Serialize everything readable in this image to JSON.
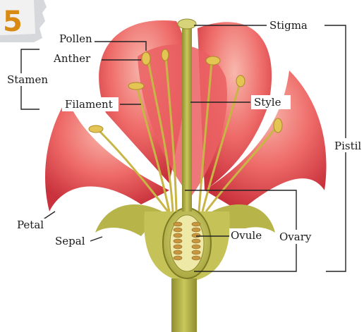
{
  "badge": {
    "number": "5"
  },
  "labels": {
    "pollen": "Pollen",
    "anther": "Anther",
    "stamen": "Stamen",
    "filament": "Filament",
    "stigma": "Stigma",
    "style": "Style",
    "pistil": "Pistil",
    "petal": "Petal",
    "sepal": "Sepal",
    "ovule": "Ovule",
    "ovary": "Ovary"
  },
  "colors": {
    "petal": "#e8555a",
    "petal_light": "#f6a29a",
    "petal_dark": "#c7353d",
    "stalk": "#b6b64a",
    "stalk_dark": "#8f8d2f",
    "anther": "#e2c34e",
    "badge": "#d98a12"
  }
}
